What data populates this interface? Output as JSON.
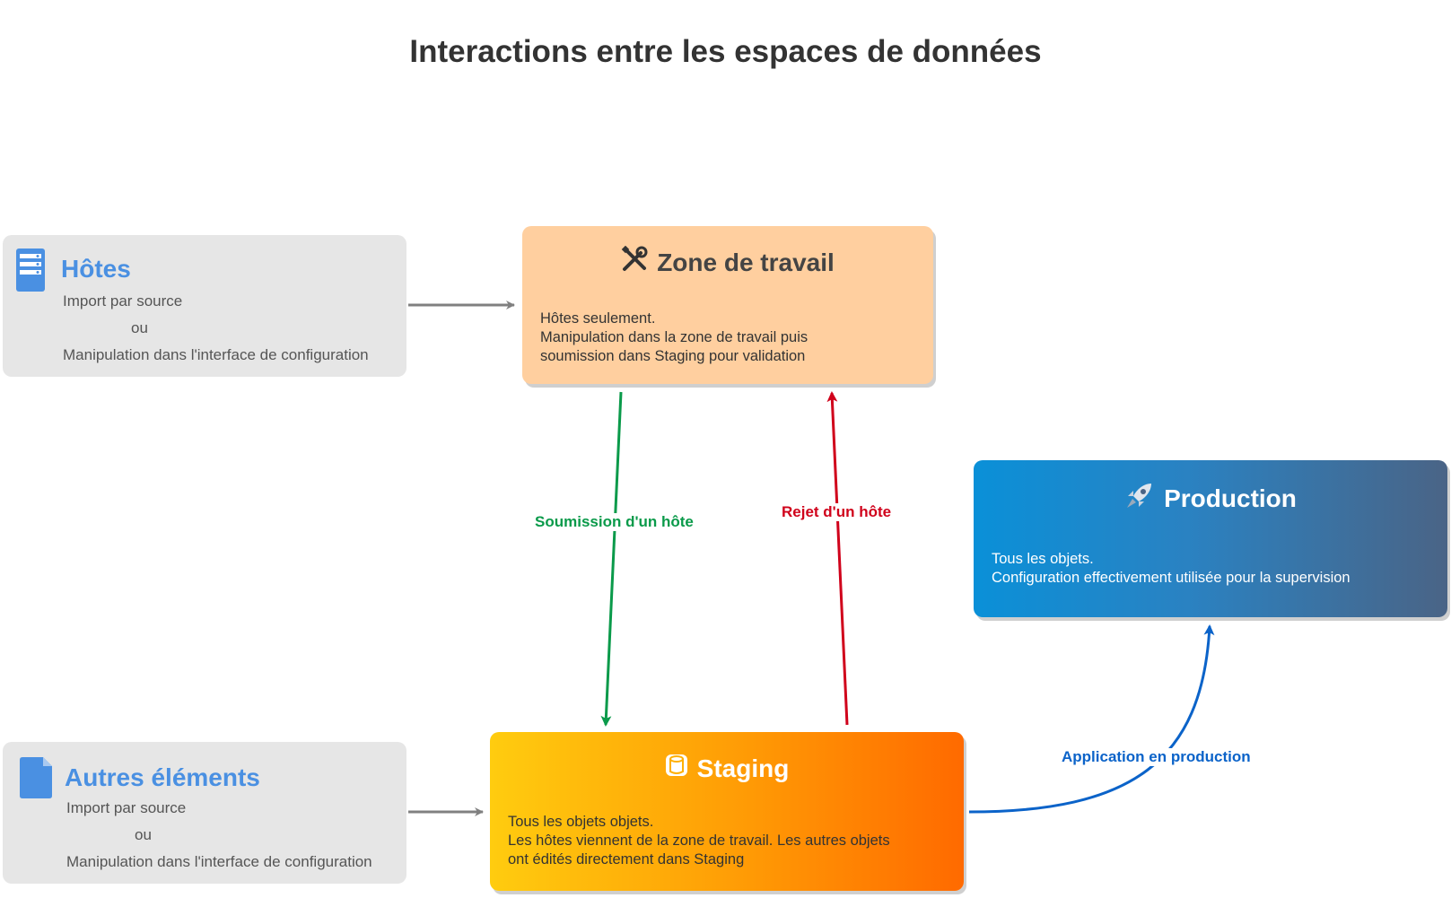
{
  "title": "Interactions entre les espaces de données",
  "sources": {
    "hosts": {
      "title": "Hôtes",
      "icon": "server-icon",
      "line1": "Import par source",
      "line2": "ou",
      "line3": "Manipulation dans l'interface de configuration"
    },
    "others": {
      "title": "Autres éléments",
      "icon": "document-icon",
      "line1": "Import par source",
      "line2": "ou",
      "line3": "Manipulation dans l'interface de configuration"
    }
  },
  "spaces": {
    "workspace": {
      "title": "Zone de travail",
      "icon": "tools-icon",
      "color": "#ffcf9f",
      "line1": "Hôtes seulement.",
      "line2": "Manipulation dans la zone de travail puis",
      "line3": "soumission dans Staging pour validation"
    },
    "production": {
      "title": "Production",
      "icon": "rocket-icon",
      "color": "#0a90d8",
      "line1": "Tous les objets.",
      "line2": "Configuration effectivement utilisée pour la supervision"
    },
    "staging": {
      "title": "Staging",
      "icon": "database-icon",
      "color": "#ff9a05",
      "line1": "Tous les objets objets.",
      "line2": "Les hôtes viennent de la zone de travail. Les autres objets",
      "line3": "ont édités directement dans Staging"
    }
  },
  "edges": {
    "submit": {
      "label": "Soumission d'un hôte",
      "color": "#0a9a4a"
    },
    "reject": {
      "label": "Rejet d'un hôte",
      "color": "#d0021b"
    },
    "apply": {
      "label": "Application en production",
      "color": "#0b63c9"
    },
    "feed": {
      "color": "#808080"
    }
  }
}
